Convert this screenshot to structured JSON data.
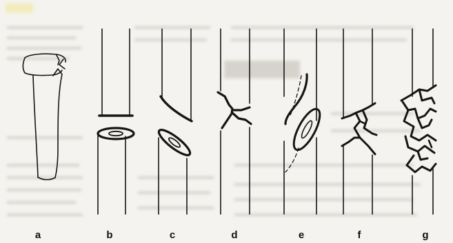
{
  "figure": {
    "panels": [
      {
        "id": "a",
        "label": "a"
      },
      {
        "id": "b",
        "label": "b"
      },
      {
        "id": "c",
        "label": "c"
      },
      {
        "id": "d",
        "label": "d"
      },
      {
        "id": "e",
        "label": "e"
      },
      {
        "id": "f",
        "label": "f"
      },
      {
        "id": "g",
        "label": "g"
      }
    ]
  }
}
